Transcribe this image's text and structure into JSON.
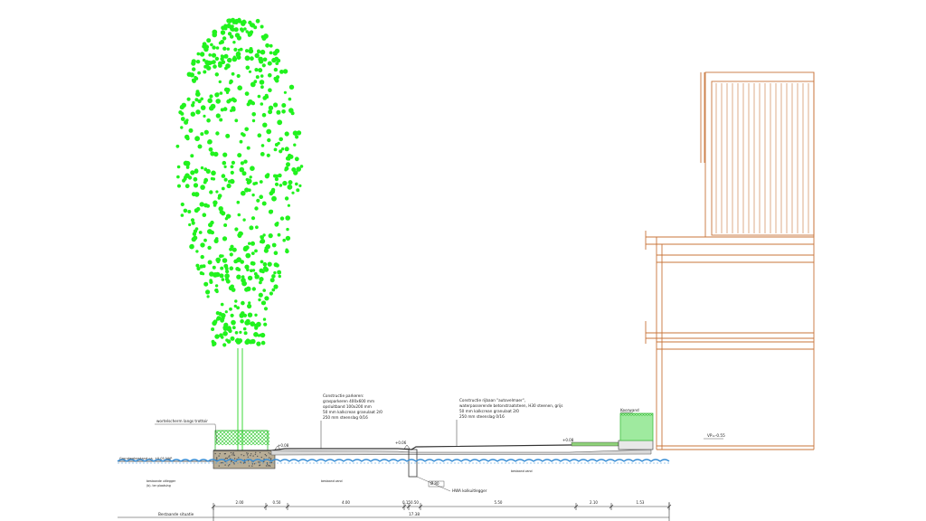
{
  "annotations": {
    "parking": [
      "Constructie parkeren:",
      "grasparkeren 400x600 mm",
      "opsluitband 100x200 mm",
      "50 mm kalkcrean granulaat 2/0",
      "250 mm steenslag 0/16"
    ],
    "road": [
      "Constructie rijbaan \"autovelmaer\",",
      "waterpasserende betonstraatsteen, H30 steenen, grijs",
      "50 mm kalkcrean granulaat 2/0",
      "250 mm steenslag 0/16"
    ],
    "root_barrier": "wortelscherm langs trottoir",
    "fence": "Keerwand",
    "vp": "VP=-0.55",
    "groundwater": "Grondwaterstand ca. +0.05 NAP",
    "drain": "HWA kolkuitlegger",
    "drain_dim": "Ø 80",
    "existing_ground_left": [
      "bestaande uitlegger",
      "(b). ter plaatsing"
    ],
    "soil_left": "bestaand zand",
    "soil_right": "bestaand zand",
    "level_1": "+0.08",
    "level_2": "+0.06",
    "level_3": "+0.08"
  },
  "dimensions": {
    "segments": [
      "2.00",
      "0.50",
      "4.00",
      "0.15",
      "0.50",
      "5.50",
      "2.10",
      "1.53"
    ],
    "total": "17.38",
    "existing_label": "Bestaande situatie"
  },
  "colors": {
    "foliage": "#21f21e",
    "trunk": "#3dd83a",
    "building": "#c8743a",
    "line": "#222222",
    "water": "#3a8fd6"
  }
}
